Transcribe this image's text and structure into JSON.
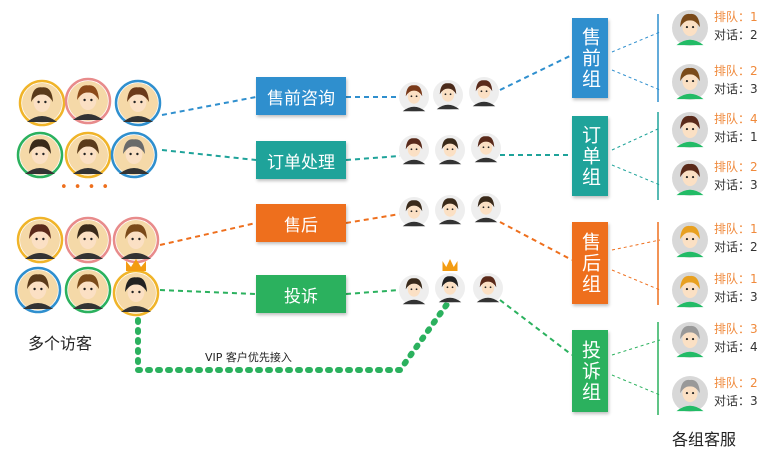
{
  "visitors_label": "多个访客",
  "agents_label": "各组客服",
  "vip_label": "VIP 客户优先接入",
  "dots": "• • • •",
  "queue_prefix": "排队：",
  "talk_prefix": "对话：",
  "categories": [
    {
      "label": "售前咨询",
      "color": "#2f8fce"
    },
    {
      "label": "订单处理",
      "color": "#1fa39a"
    },
    {
      "label": "售后",
      "color": "#ee6f1d"
    },
    {
      "label": "投诉",
      "color": "#2bb15e"
    }
  ],
  "groups": [
    {
      "label": "售前组",
      "color": "#2f8fce",
      "agents": [
        {
          "queue": "1",
          "talk": "2"
        },
        {
          "queue": "2",
          "talk": "3"
        }
      ]
    },
    {
      "label": "订单组",
      "color": "#1fa39a",
      "agents": [
        {
          "queue": "4",
          "talk": "1"
        },
        {
          "queue": "2",
          "talk": "3"
        }
      ]
    },
    {
      "label": "售后组",
      "color": "#ee6f1d",
      "agents": [
        {
          "queue": "1",
          "talk": "2"
        },
        {
          "queue": "1",
          "talk": "3"
        }
      ]
    },
    {
      "label": "投诉组",
      "color": "#2bb15e",
      "agents": [
        {
          "queue": "3",
          "talk": "4"
        },
        {
          "queue": "2",
          "talk": "3"
        }
      ]
    }
  ]
}
